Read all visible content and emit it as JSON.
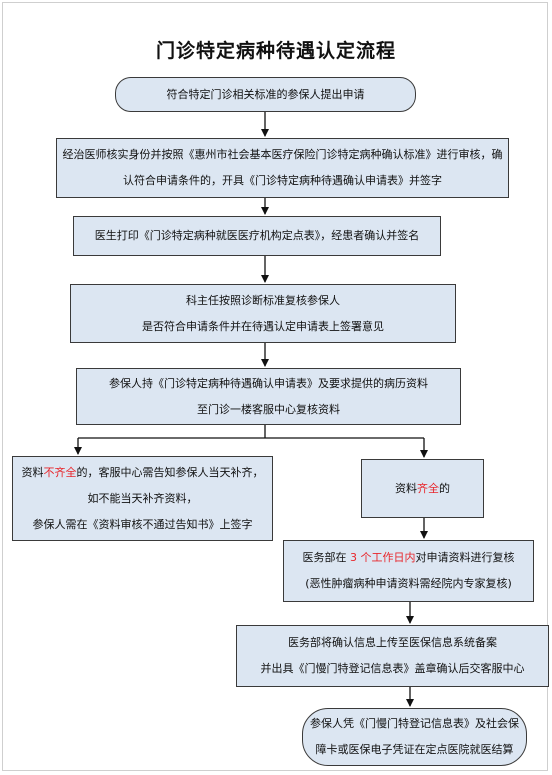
{
  "title": "门诊特定病种待遇认定流程",
  "steps": {
    "s1": {
      "lines": [
        "符合特定门诊相关标准的参保人提出申请"
      ]
    },
    "s2": {
      "lines": [
        "经治医师核实身份并按照《惠州市社会基本医疗保险门诊特定病种确认标准》进行审核，确",
        "认符合申请条件的，开具《门诊特定病种待遇确认申请表》并签字"
      ]
    },
    "s3": {
      "lines": [
        "医生打印《门诊特定病种就医医疗机构定点表》，经患者确认并签名"
      ]
    },
    "s4": {
      "lines": [
        "科主任按照诊断标准复核参保人",
        "是否符合申请条件并在待遇认定申请表上签署意见"
      ]
    },
    "s5": {
      "lines": [
        "参保人持《门诊特定病种待遇确认申请表》及要求提供的病历资料",
        "至门诊一楼客服中心复核资料"
      ]
    },
    "left": {
      "l1_pre": "资料",
      "l1_red": "不齐全",
      "l1_post": "的，客服中心需告知参保人当天补齐，",
      "l2": "如不能当天补齐资料，",
      "l3": "参保人需在《资料审核不通过告知书》上签字"
    },
    "right": {
      "pre": "资料",
      "red": "齐全",
      "post": "的"
    },
    "s7": {
      "l1_pre": "医务部在 ",
      "l1_red": "3 个工作日内",
      "l1_post": "对申请资料进行复核",
      "l2": "(恶性肿瘤病种申请资料需经院内专家复核)"
    },
    "s8": {
      "lines": [
        "医务部将确认信息上传至医保信息系统备案",
        "并出具《门慢门特登记信息表》盖章确认后交客服中心"
      ]
    },
    "s9": {
      "lines": [
        "参保人凭《门慢门特登记信息表》及社会保",
        "障卡或医保电子凭证在定点医院就医结算"
      ]
    }
  },
  "colors": {
    "box_fill": "#dce6f2",
    "border": "#3a3a3a",
    "highlight": "#e8262b"
  }
}
